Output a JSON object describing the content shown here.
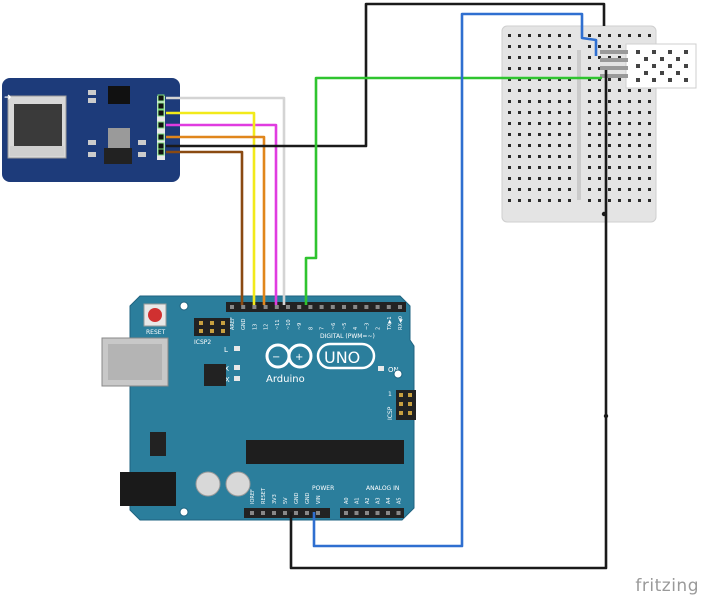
{
  "arduino": {
    "reset_label": "RESET",
    "icsp2_label": "ICSP2",
    "digital_header_label": "DIGITAL (PWM=~)",
    "led_l_label": "L",
    "led_tx_label": "TX",
    "led_rx_label": "RX",
    "on_label": "ON",
    "brand_label": "Arduino",
    "model_label": "UNO",
    "icsp_label": "ICSP",
    "icsp_pin1_label": "1",
    "power_label": "POWER",
    "analog_label": "ANALOG IN",
    "digital_pins": [
      "AREF",
      "GND",
      "13",
      "12",
      "~11",
      "~10",
      "~9",
      "8",
      "7",
      "~6",
      "~5",
      "4",
      "~3",
      "2",
      "TX▶1",
      "RX◀0"
    ],
    "power_pins": [
      "IOREF",
      "RESET",
      "3V3",
      "5V",
      "GND",
      "GND",
      "VIN"
    ],
    "analog_pins": [
      "A0",
      "A1",
      "A2",
      "A3",
      "A4",
      "A5"
    ]
  },
  "wire_colors": {
    "black": "#1a1a1a",
    "blue": "#2f6fd0",
    "green": "#2fc42f",
    "white": "#d4d4d4",
    "magenta": "#e03ce0",
    "orange": "#e0861c",
    "yellow": "#f2ea1a",
    "brown": "#8a4a12"
  },
  "board_color": "#2b7e9c",
  "sd_module_color": "#1d3b7a",
  "breadboard_color": "#e2e2e2",
  "footer": {
    "brand": "fritzing"
  }
}
